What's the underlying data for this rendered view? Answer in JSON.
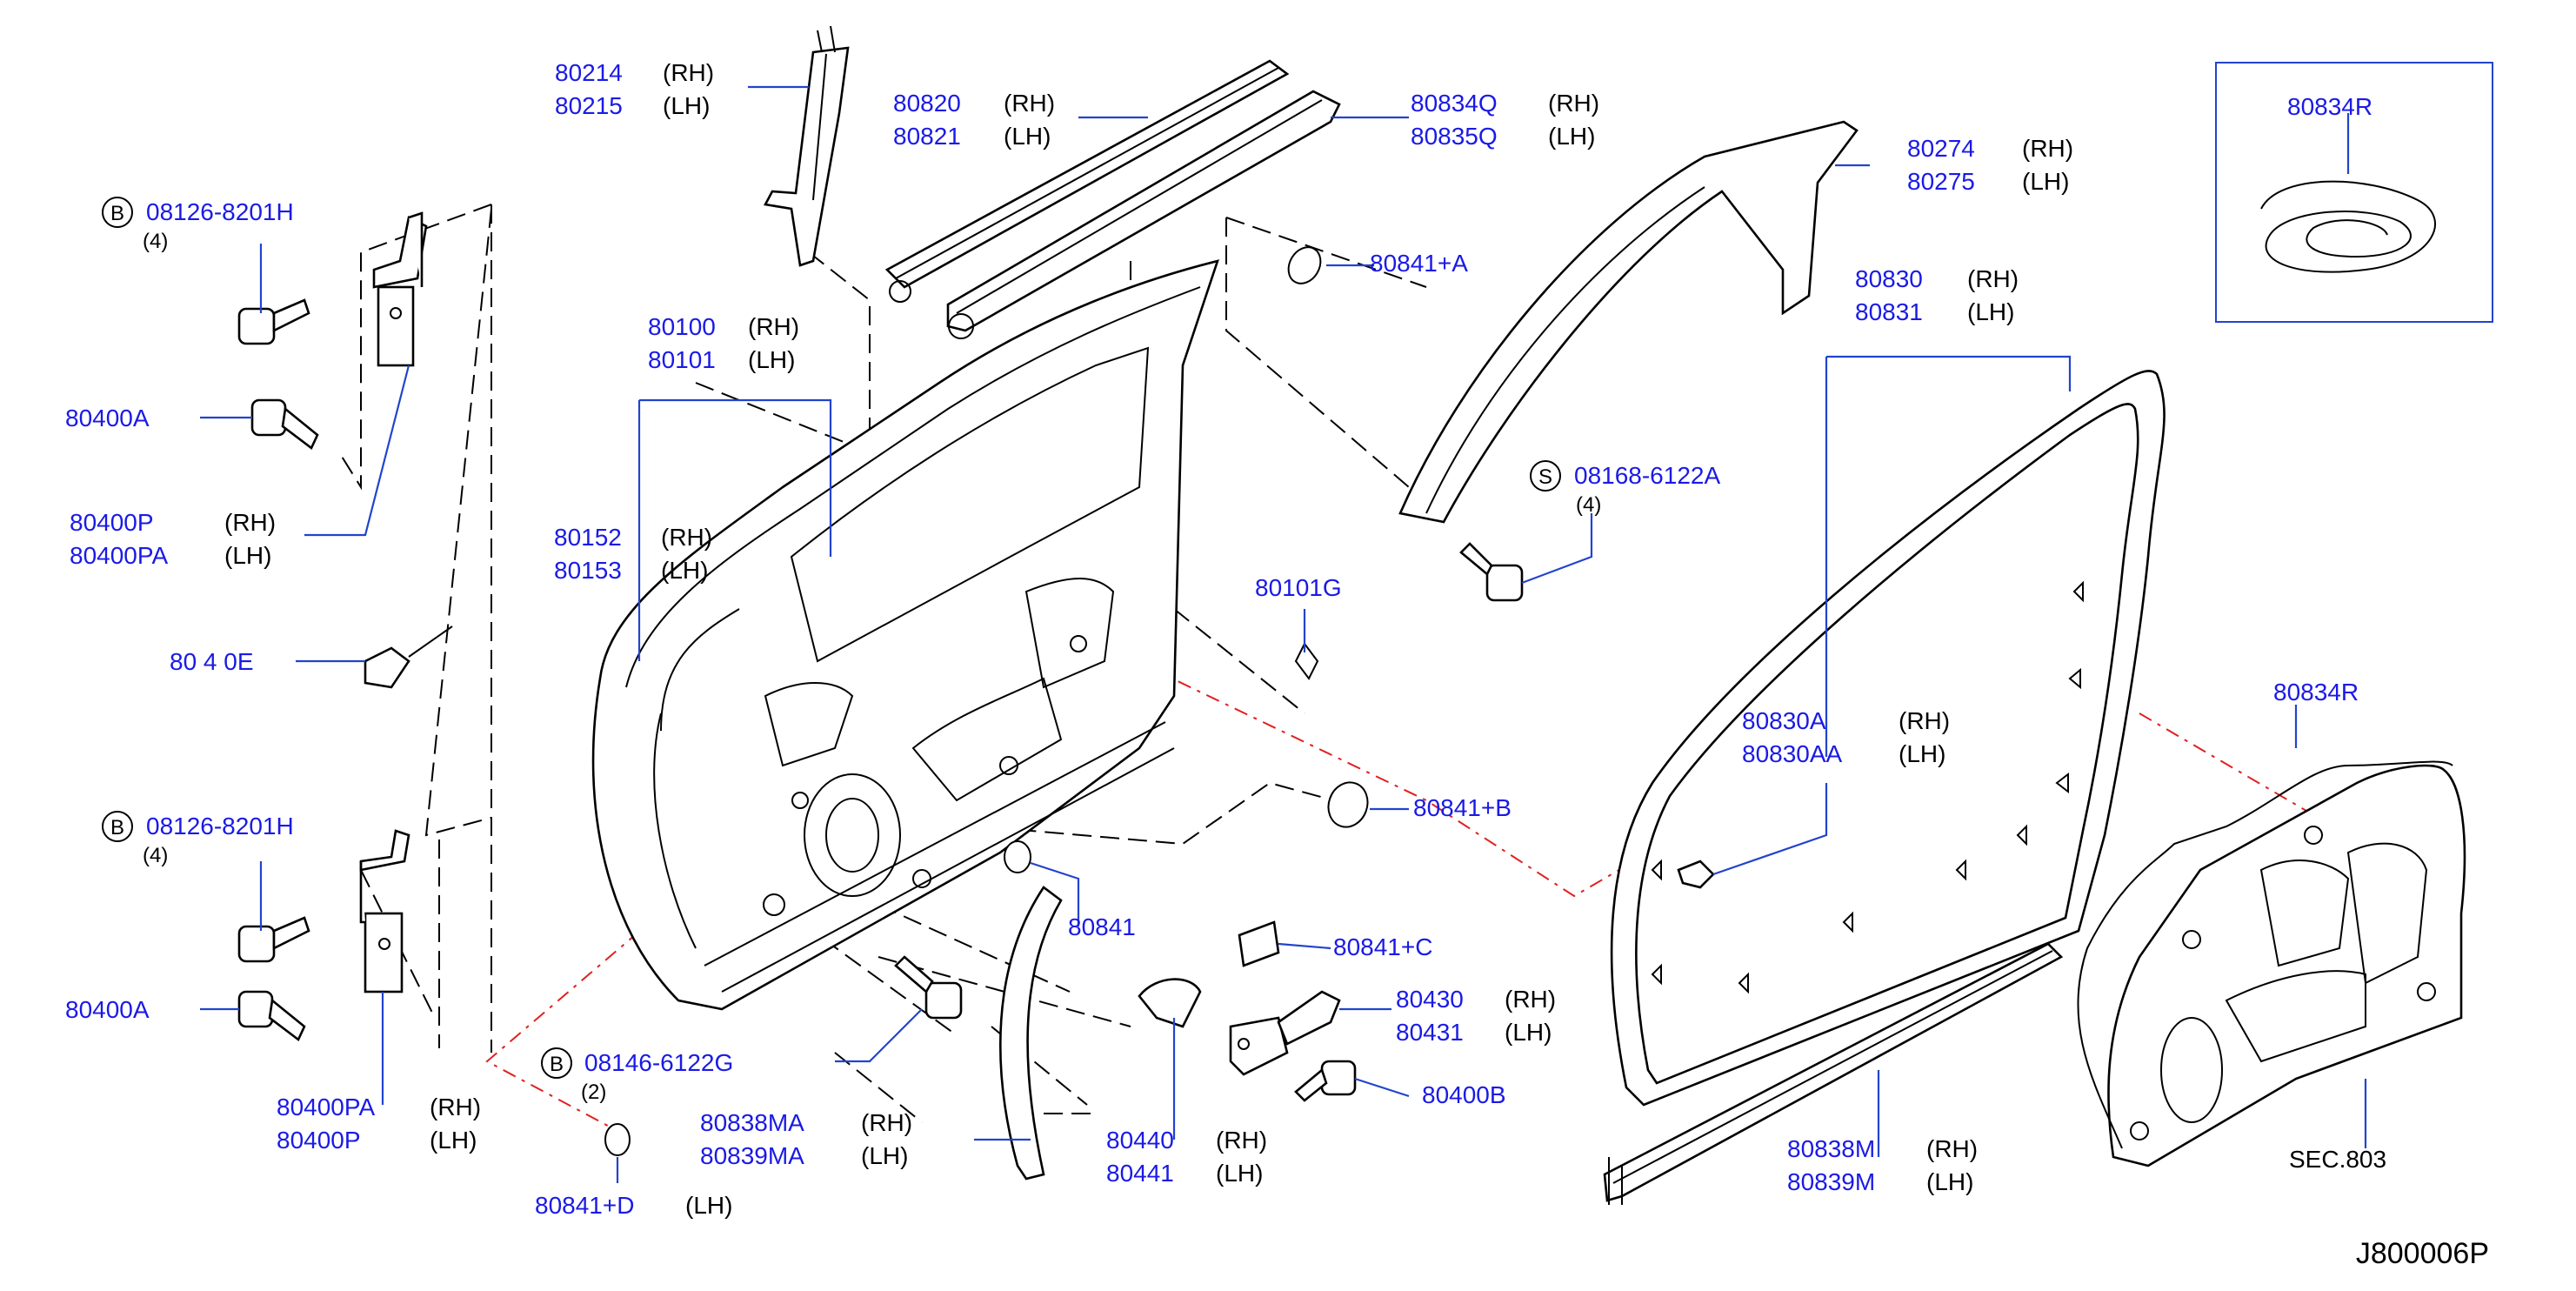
{
  "diagram": {
    "labels": {
      "hinge_upper_bolt_code": "08126-8201H",
      "hinge_upper_bolt_letter": "B",
      "hinge_upper_bolt_qty": "(4)",
      "hinge_upper_bolt_a": "80400A",
      "hinge_upper_rh_part": "80400P",
      "hinge_upper_rh": "(RH)",
      "hinge_upper_lh_part": "80400PA",
      "hinge_upper_lh": "(LH)",
      "sash_rh_part": "80214",
      "sash_rh": "(RH)",
      "sash_lh_part": "80215",
      "sash_lh": "(LH)",
      "outer_strip_rh_part": "80820",
      "outer_strip_rh": "(RH)",
      "outer_strip_lh_part": "80821",
      "outer_strip_lh": "(LH)",
      "inner_strip_rh_part": "80834Q",
      "inner_strip_rh": "(RH)",
      "inner_strip_lh_part": "80835Q",
      "inner_strip_lh": "(LH)",
      "frame_rh_part": "80274",
      "frame_rh": "(RH)",
      "frame_lh_part": "80275",
      "frame_lh": "(LH)",
      "seal_box_part": "80834R",
      "plug_a": "80841+A",
      "door_rh_part": "80100",
      "door_rh": "(RH)",
      "door_lh_part": "80101",
      "door_lh": "(LH)",
      "panel_rh_part": "80152",
      "panel_rh": "(RH)",
      "panel_lh_part": "80153",
      "panel_lh": "(LH)",
      "bolt_s_letter": "S",
      "bolt_s_code": "08168-6122A",
      "bolt_s_qty": "(4)",
      "clip_part": "80101G",
      "weather_rh_part": "80830",
      "weather_rh": "(RH)",
      "weather_lh_part": "80831",
      "weather_lh": "(LH)",
      "pin_partial": "80 4  0E",
      "seal_sub_rh_part": "80830A",
      "seal_sub_rh": "(RH)",
      "seal_sub_lh_part": "80830AA",
      "seal_sub_lh": "(LH)",
      "plug_b": "80841+B",
      "sheet_partial": "80834R",
      "hinge_lower_bolt_letter": "B",
      "hinge_lower_bolt_code": "08126-8201H",
      "hinge_lower_bolt_qty": "(4)",
      "plug_plain": "80841",
      "plug_c": "80841+C",
      "hinge_lower_bolt_a": "80400A",
      "check_rh_part": "80430",
      "check_rh": "(RH)",
      "check_lh_part": "80431",
      "check_lh": "(LH)",
      "bolt_b_letter": "B",
      "bolt_b_code": "08146-6122G",
      "bolt_b_qty": "(2)",
      "bolt_400b": "80400B",
      "hinge_lower_rh_part": "80400PA",
      "hinge_lower_rh": "(RH)",
      "hinge_lower_lh_part": "80400P",
      "hinge_lower_lh": "(LH)",
      "lower_ma_rh_part": "80838MA",
      "lower_ma_rh": "(RH)",
      "lower_ma_lh_part": "80839MA",
      "lower_ma_lh": "(LH)",
      "stopper_rh_part": "80440",
      "stopper_rh": "(RH)",
      "stopper_lh_part": "80441",
      "stopper_lh": "(LH)",
      "sill_rh_part": "80838M",
      "sill_rh": "(RH)",
      "sill_lh_part": "80839M",
      "sill_lh": "(LH)",
      "section_ref": "SEC.803",
      "plug_d": "80841+D",
      "plug_d_side": "(LH)",
      "diagram_code": "J800006P"
    }
  }
}
